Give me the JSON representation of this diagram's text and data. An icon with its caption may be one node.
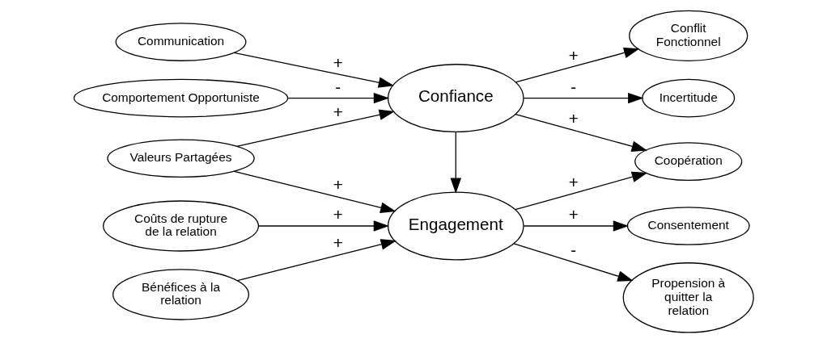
{
  "diagram": {
    "nodes": [
      {
        "text": [
          "Coûts de rupture de la relation"
        ]
      },
      {
        "text": [
          "Bénéfices à la relation"
        ]
      },
      {
        "text": [
          "Valeurs Partagées"
        ]
      },
      {
        "text": [
          "Communication"
        ]
      },
      {
        "text": [
          "Comportement Opportuniste"
        ]
      },
      {
        "text": [
          "Engagement"
        ]
      },
      {
        "text": [
          "Confiance"
        ]
      },
      {
        "text": [
          "Consentement"
        ]
      },
      {
        "text": [
          "Propension à quitter la relation"
        ]
      },
      {
        "text": [
          "Coopération"
        ]
      },
      {
        "text": [
          "Conflit Fonctionnel"
        ]
      },
      {
        "text": [
          "Incertitude"
        ]
      }
    ],
    "edges": [
      {
        "from": 0,
        "to": 5,
        "arrow": "to",
        "label": "+"
      },
      {
        "from": 1,
        "to": 5,
        "arrow": "to",
        "label": "+"
      },
      {
        "from": 2,
        "to": 5,
        "arrow": "to",
        "label": "+"
      },
      {
        "from": 2,
        "to": 6,
        "arrow": "to",
        "label": "+"
      },
      {
        "from": 3,
        "to": 6,
        "arrow": "to",
        "label": "+"
      },
      {
        "from": 4,
        "to": 6,
        "arrow": "to",
        "label": "-"
      },
      {
        "from": 6,
        "to": 5,
        "arrow": "to"
      },
      {
        "from": 5,
        "to": 7,
        "arrow": "to",
        "label": "+"
      },
      {
        "from": 5,
        "to": 8,
        "arrow": "to",
        "label": "-"
      },
      {
        "from": 5,
        "to": 9,
        "arrow": "to",
        "label": "+"
      },
      {
        "from": 6,
        "to": 9,
        "arrow": "to",
        "label": "+"
      },
      {
        "from": 6,
        "to": 10,
        "arrow": "to",
        "label": "+"
      },
      {
        "from": 6,
        "to": 11,
        "arrow": "to",
        "label": "-"
      }
    ]
  }
}
